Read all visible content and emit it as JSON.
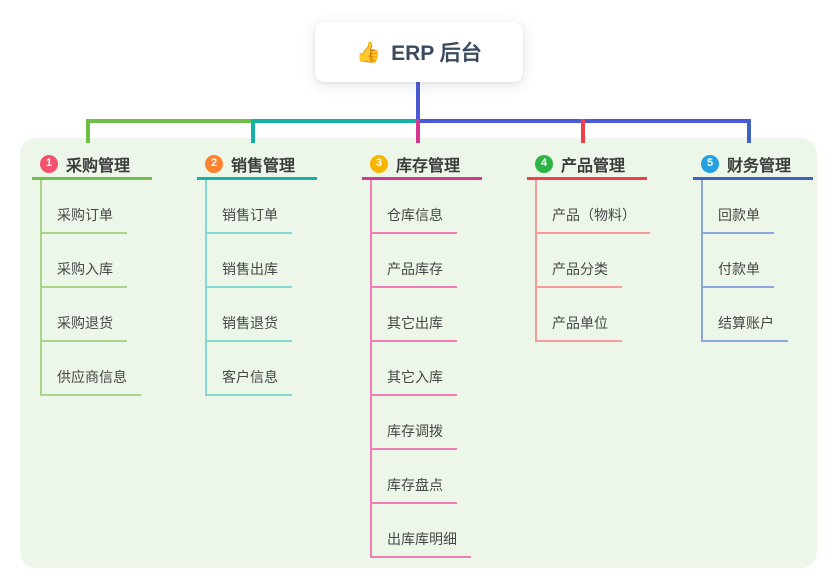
{
  "title": {
    "icon": "👍",
    "text": "ERP 后台"
  },
  "colors": {
    "panel_bg": "#ECF7EA",
    "trunk": "#4A5AD6",
    "title_text": "#3B4A5F"
  },
  "branches": [
    {
      "num": "1",
      "label": "采购管理",
      "badge_color": "#F4516C",
      "line_color": "#6FBE45",
      "sub_line_color": "#A9D58B",
      "items": [
        "采购订单",
        "采购入库",
        "采购退货",
        "供应商信息"
      ]
    },
    {
      "num": "2",
      "label": "销售管理",
      "badge_color": "#FA8231",
      "line_color": "#16B0A6",
      "sub_line_color": "#82D9CF",
      "items": [
        "销售订单",
        "销售出库",
        "销售退货",
        "客户信息"
      ]
    },
    {
      "num": "3",
      "label": "库存管理",
      "badge_color": "#F7B500",
      "line_color": "#D6368F",
      "sub_line_color": "#F17EB5",
      "items": [
        "仓库信息",
        "产品库存",
        "其它出库",
        "其它入库",
        "库存调拨",
        "库存盘点",
        "出库库明细"
      ]
    },
    {
      "num": "4",
      "label": "产品管理",
      "badge_color": "#2FB344",
      "line_color": "#F1404A",
      "sub_line_color": "#F99A9A",
      "items": [
        "产品（物料）",
        "产品分类",
        "产品单位"
      ]
    },
    {
      "num": "5",
      "label": "财务管理",
      "badge_color": "#23A0DD",
      "line_color": "#3E61C4",
      "sub_line_color": "#8CA6DE",
      "items": [
        "回款单",
        "付款单",
        "结算账户"
      ]
    }
  ]
}
